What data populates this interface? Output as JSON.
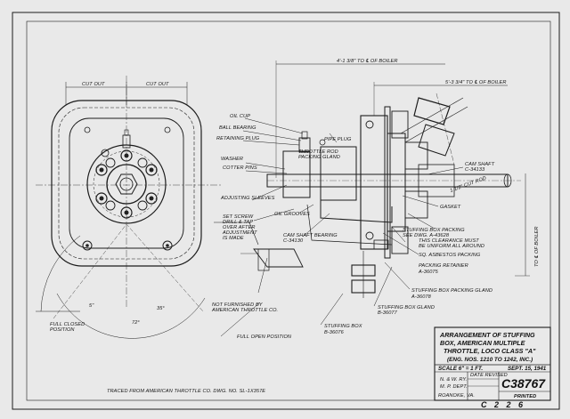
{
  "dimensions": {
    "cut_out_left": "CUT OUT",
    "cut_out_right": "CUT OUT",
    "to_cl_boiler_upper": "4'-1 3/8\" TO ℄ OF BOILER",
    "to_cl_boiler_lower": "5'-3 3/4\" TO ℄ OF BOILER",
    "angle_left": "5\"",
    "angle_mid": "35°",
    "angle_bottom": "72°",
    "to_cl_boiler_right": "TO ℄ OF BOILER"
  },
  "labels": {
    "oil_cup": "OIL CUP",
    "ball_bearing": "BALL BEARING",
    "retaining_plug": "RETAINING PLUG",
    "washer": "WASHER",
    "cotter_pins": "COTTER PINS",
    "adjusting_sleeves": "ADJUSTING SLEEVES",
    "set_screw": "SET SCREW DRILL & TAP OVER AFTER ADJUSTMENT IS MADE",
    "pipe_plug": "PIPE PLUG",
    "throttle_gland": "THROTTLE ROD PACKING GLAND",
    "oil_grooves": "OIL GROOVES",
    "cam_shaft_bearing": "CAM SHAFT BEARING C-34130",
    "cam_shaft": "CAM SHAFT C-34133",
    "gasket": "GASKET",
    "stuffing_box_packing": "STUFFING BOX PACKING SEE DWG. A-43628",
    "clearance_note": "THIS CLEARANCE MUST BE UNIFORM ALL AROUND",
    "asbestos_packing": "SQ. ASBESTOS PACKING",
    "packing_retainer": "PACKING RETAINER A-36075",
    "stuffing_box_gland_a": "STUFFING BOX PACKING GLAND A-36078",
    "stuffing_box_gland_b": "STUFFING BOX GLAND B-36077",
    "stuffing_box": "STUFFING BOX B-36076",
    "not_furnished": "NOT FURNISHED BY AMERICAN THROTTLE CO.",
    "full_open": "FULL OPEN POSITION",
    "full_closed": "FULL CLOSED POSITION",
    "rod_text": "1 1/2\" CUT ROD"
  },
  "title_block": {
    "title_line1": "ARRANGEMENT OF STUFFING",
    "title_line2": "BOX, AMERICAN MULTIPLE",
    "title_line3": "THROTTLE, LOCO CLASS \"A\"",
    "title_line4": "(ENG. NOS. 1210 TO 1242, INC.)",
    "scale": "SCALE 6\" = 1 FT.",
    "date": "SEPT. 15, 1941",
    "railway": "N. & W. RY.",
    "dept": "M. P. DEPT.",
    "city": "ROANOKE, VA.",
    "drawing_number": "C38767",
    "printed": "PRINTED",
    "revision_header": "DATE REVISED"
  },
  "footer": {
    "traced_note": "TRACED FROM AMERICAN THROTTLE CO. DWG. NO. SL-1X357E",
    "stamp": "C 2 2 6"
  }
}
